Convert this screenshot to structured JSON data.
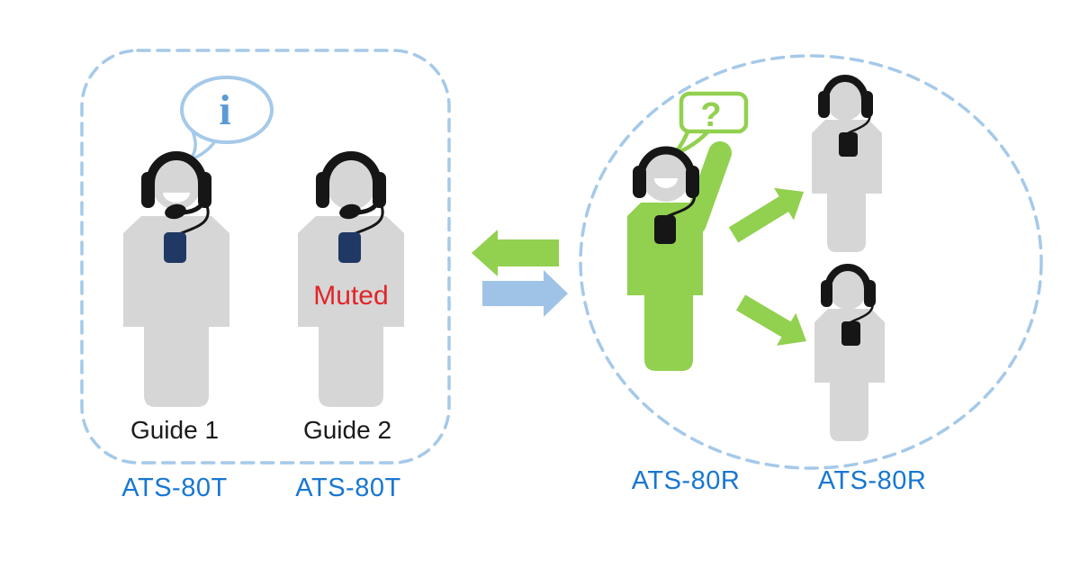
{
  "colors": {
    "dashed_border": "#A5C9E9",
    "device_label_blue": "#1877D2",
    "green": "#92D050",
    "arrow_blue": "#9FC3E6",
    "figure_gray": "#D6D6D6",
    "headset_black": "#161616",
    "transmitter_navy": "#1F3864",
    "muted_red": "#E02528",
    "text_black": "#1A1A1A",
    "bubble_blue": "#5B9BD5"
  },
  "left_group": {
    "guide_labels": [
      "Guide 1",
      "Guide 2"
    ],
    "muted_label": "Muted",
    "info_symbol": "i",
    "device_labels": [
      "ATS-80T",
      "ATS-80T"
    ]
  },
  "right_group": {
    "question_symbol": "?",
    "device_labels": [
      "ATS-80R",
      "ATS-80R"
    ]
  },
  "arrows": {
    "receivers_to_transmitters": {
      "direction": "left",
      "color": "#92D050"
    },
    "transmitters_to_receivers": {
      "direction": "right",
      "color": "#9FC3E6"
    },
    "broadcast_to_guest_1": {
      "direction": "up-right",
      "color": "#92D050"
    },
    "broadcast_to_guest_2": {
      "direction": "down-right",
      "color": "#92D050"
    }
  }
}
